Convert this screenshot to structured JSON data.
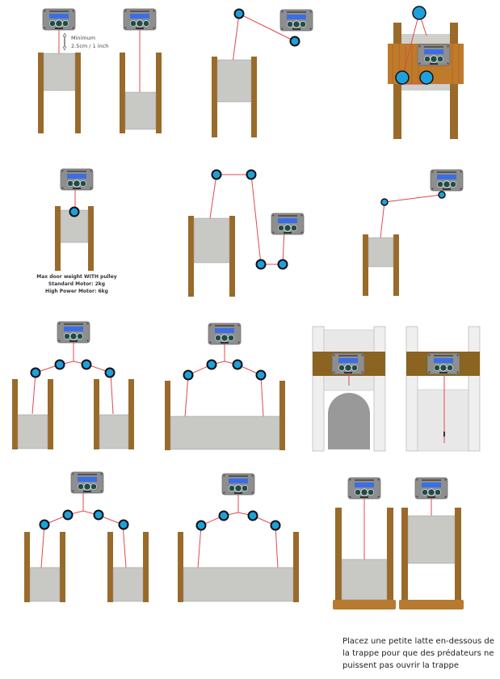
{
  "annotations": {
    "minimum_line1": "Minimum",
    "minimum_line2": "2.5cm / 1 inch",
    "weight_title": "Max door weight WITH pulley",
    "weight_standard": "Standard Motor: 2kg",
    "weight_high": "High Power Motor: 6kg",
    "slat_note": "Placez une petite latte en-dessous de la trappe pour que des prédateurs ne puissent pas ouvrir la trappe"
  },
  "colors": {
    "wood": "#9a6a2a",
    "door": "#c8c8c4",
    "cord": "#e0484f",
    "pulley": "#1ea0dc",
    "controller": "#8e8e8e",
    "screen": "#3a6ee8",
    "frame": "#efefef"
  },
  "diagrams": [
    {
      "id": "direct-open",
      "pulleys": 0
    },
    {
      "id": "direct-closed",
      "pulleys": 0
    },
    {
      "id": "pulley-over-top",
      "pulleys": 2
    },
    {
      "id": "wooden-board-mount",
      "pulleys": 3
    },
    {
      "id": "single-pulley-weight",
      "pulleys": 1
    },
    {
      "id": "four-pulley-route",
      "pulleys": 4
    },
    {
      "id": "two-pulley-side",
      "pulleys": 2
    },
    {
      "id": "dual-door-split",
      "pulleys": 4
    },
    {
      "id": "wide-door-split",
      "pulleys": 4
    },
    {
      "id": "frame-kit-arch",
      "pulleys": 0
    },
    {
      "id": "frame-kit-slide",
      "pulleys": 0
    },
    {
      "id": "dual-door-split-2",
      "pulleys": 4
    },
    {
      "id": "wide-door-split-2",
      "pulleys": 4
    },
    {
      "id": "slat-closed",
      "pulleys": 0
    },
    {
      "id": "slat-open",
      "pulleys": 0
    }
  ]
}
